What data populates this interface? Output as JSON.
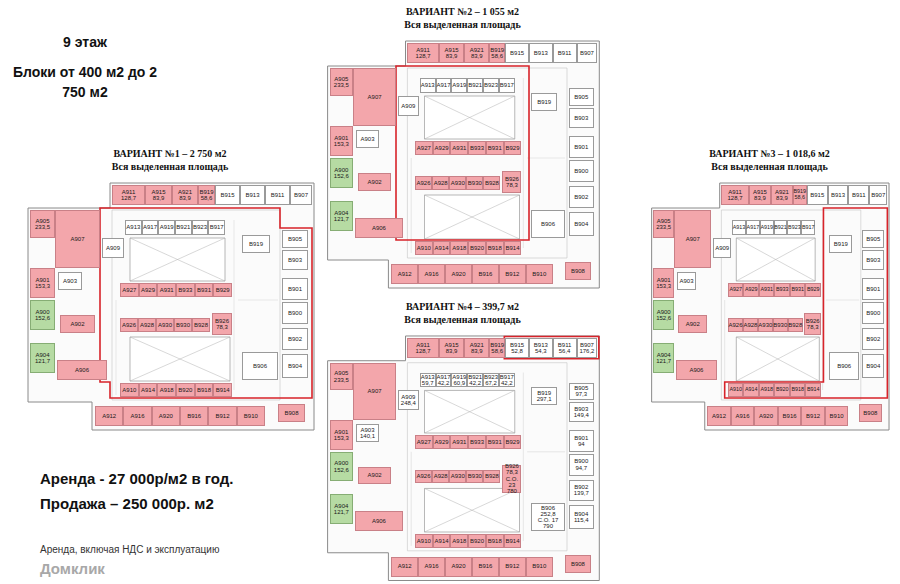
{
  "diagram": {
    "title": "9 этаж",
    "nodes": [
      {
        "text": [
          "ВАРИАНТ №1 – 2 750 м2",
          "Вся выделенная площадь"
        ]
      },
      {
        "text": [
          "A911",
          "128,7"
        ],
        "in": 0
      },
      {
        "text": [
          "A915",
          "83,9"
        ],
        "in": 0
      },
      {
        "text": [
          "A921",
          "83,9"
        ],
        "in": 0
      },
      {
        "text": [
          "B919",
          "58,6"
        ],
        "in": 0
      },
      {
        "text": [
          "B915"
        ],
        "in": 0
      },
      {
        "text": [
          "B913"
        ],
        "in": 0
      },
      {
        "text": [
          "B911"
        ],
        "in": 0
      },
      {
        "text": [
          "B907"
        ],
        "in": 0
      },
      {
        "text": [
          "A905",
          "233,5"
        ],
        "in": 0
      },
      {
        "text": [
          "A907"
        ],
        "in": 0
      },
      {
        "text": [
          "A909"
        ],
        "in": 0
      },
      {
        "text": [
          "A913"
        ],
        "in": 0
      },
      {
        "text": [
          "A917"
        ],
        "in": 0
      },
      {
        "text": [
          "A919"
        ],
        "in": 0
      },
      {
        "text": [
          "B921"
        ],
        "in": 0
      },
      {
        "text": [
          "B923"
        ],
        "in": 0
      },
      {
        "text": [
          "B917"
        ],
        "in": 0
      },
      {
        "text": [
          "B919"
        ],
        "in": 0
      },
      {
        "text": [
          "B905"
        ],
        "in": 0
      },
      {
        "text": [
          "B903"
        ],
        "in": 0
      },
      {
        "text": [
          "B901"
        ],
        "in": 0
      },
      {
        "text": [
          "B900"
        ],
        "in": 0
      },
      {
        "text": [
          "B902"
        ],
        "in": 0
      },
      {
        "text": [
          "B904"
        ],
        "in": 0
      },
      {
        "text": [
          "B906"
        ],
        "in": 0
      },
      {
        "text": [
          "A901",
          "153,3"
        ],
        "in": 0
      },
      {
        "text": [
          "A903"
        ],
        "in": 0
      },
      {
        "text": [
          "A900",
          "152,6"
        ],
        "in": 0
      },
      {
        "text": [
          "A902"
        ],
        "in": 0
      },
      {
        "text": [
          "A904",
          "121,7"
        ],
        "in": 0
      },
      {
        "text": [
          "A906"
        ],
        "in": 0
      },
      {
        "text": [
          "A927"
        ],
        "in": 0
      },
      {
        "text": [
          "A929"
        ],
        "in": 0
      },
      {
        "text": [
          "A931"
        ],
        "in": 0
      },
      {
        "text": [
          "B933"
        ],
        "in": 0
      },
      {
        "text": [
          "B931"
        ],
        "in": 0
      },
      {
        "text": [
          "B929"
        ],
        "in": 0
      },
      {
        "text": [
          "A926"
        ],
        "in": 0
      },
      {
        "text": [
          "A928"
        ],
        "in": 0
      },
      {
        "text": [
          "A930"
        ],
        "in": 0
      },
      {
        "text": [
          "B930"
        ],
        "in": 0
      },
      {
        "text": [
          "B928"
        ],
        "in": 0
      },
      {
        "text": [
          "B926",
          "78,3"
        ],
        "in": 0
      },
      {
        "text": [
          "A910"
        ],
        "in": 0
      },
      {
        "text": [
          "A914"
        ],
        "in": 0
      },
      {
        "text": [
          "A918"
        ],
        "in": 0
      },
      {
        "text": [
          "B920"
        ],
        "in": 0
      },
      {
        "text": [
          "B918"
        ],
        "in": 0
      },
      {
        "text": [
          "B914"
        ],
        "in": 0
      },
      {
        "text": [
          "A912"
        ],
        "in": 0
      },
      {
        "text": [
          "A916"
        ],
        "in": 0
      },
      {
        "text": [
          "A920"
        ],
        "in": 0
      },
      {
        "text": [
          "B916"
        ],
        "in": 0
      },
      {
        "text": [
          "B912"
        ],
        "in": 0
      },
      {
        "text": [
          "B910"
        ],
        "in": 0
      },
      {
        "text": [
          "B908"
        ],
        "in": 0
      },
      {
        "text": [
          "ВАРИАНТ №2 – 1 055 м2",
          "Вся выделенная площадь"
        ]
      },
      {
        "text": [
          "A911",
          "128,7"
        ],
        "in": 57
      },
      {
        "text": [
          "A915",
          "83,9"
        ],
        "in": 57
      },
      {
        "text": [
          "A921",
          "83,9"
        ],
        "in": 57
      },
      {
        "text": [
          "B919",
          "58,6"
        ],
        "in": 57
      },
      {
        "text": [
          "B915"
        ],
        "in": 57
      },
      {
        "text": [
          "B913"
        ],
        "in": 57
      },
      {
        "text": [
          "B911"
        ],
        "in": 57
      },
      {
        "text": [
          "B907"
        ],
        "in": 57
      },
      {
        "text": [
          "A905",
          "233,5"
        ],
        "in": 57
      },
      {
        "text": [
          "A907"
        ],
        "in": 57
      },
      {
        "text": [
          "A909"
        ],
        "in": 57
      },
      {
        "text": [
          "A913"
        ],
        "in": 57
      },
      {
        "text": [
          "A917"
        ],
        "in": 57
      },
      {
        "text": [
          "A919"
        ],
        "in": 57
      },
      {
        "text": [
          "B921"
        ],
        "in": 57
      },
      {
        "text": [
          "B923"
        ],
        "in": 57
      },
      {
        "text": [
          "B917"
        ],
        "in": 57
      },
      {
        "text": [
          "B919"
        ],
        "in": 57
      },
      {
        "text": [
          "B905"
        ],
        "in": 57
      },
      {
        "text": [
          "B903"
        ],
        "in": 57
      },
      {
        "text": [
          "B901"
        ],
        "in": 57
      },
      {
        "text": [
          "B900"
        ],
        "in": 57
      },
      {
        "text": [
          "B902"
        ],
        "in": 57
      },
      {
        "text": [
          "B904"
        ],
        "in": 57
      },
      {
        "text": [
          "B906"
        ],
        "in": 57
      },
      {
        "text": [
          "A901",
          "153,3"
        ],
        "in": 57
      },
      {
        "text": [
          "A903"
        ],
        "in": 57
      },
      {
        "text": [
          "A900",
          "152,6"
        ],
        "in": 57
      },
      {
        "text": [
          "A902"
        ],
        "in": 57
      },
      {
        "text": [
          "A904",
          "121,7"
        ],
        "in": 57
      },
      {
        "text": [
          "A906"
        ],
        "in": 57
      },
      {
        "text": [
          "A927"
        ],
        "in": 57
      },
      {
        "text": [
          "A929"
        ],
        "in": 57
      },
      {
        "text": [
          "A931"
        ],
        "in": 57
      },
      {
        "text": [
          "B933"
        ],
        "in": 57
      },
      {
        "text": [
          "B931"
        ],
        "in": 57
      },
      {
        "text": [
          "B929"
        ],
        "in": 57
      },
      {
        "text": [
          "A926"
        ],
        "in": 57
      },
      {
        "text": [
          "A928"
        ],
        "in": 57
      },
      {
        "text": [
          "A930"
        ],
        "in": 57
      },
      {
        "text": [
          "B930"
        ],
        "in": 57
      },
      {
        "text": [
          "B928"
        ],
        "in": 57
      },
      {
        "text": [
          "B926",
          "78,3"
        ],
        "in": 57
      },
      {
        "text": [
          "A910"
        ],
        "in": 57
      },
      {
        "text": [
          "A914"
        ],
        "in": 57
      },
      {
        "text": [
          "A918"
        ],
        "in": 57
      },
      {
        "text": [
          "B920"
        ],
        "in": 57
      },
      {
        "text": [
          "B918"
        ],
        "in": 57
      },
      {
        "text": [
          "B914"
        ],
        "in": 57
      },
      {
        "text": [
          "A912"
        ],
        "in": 57
      },
      {
        "text": [
          "A916"
        ],
        "in": 57
      },
      {
        "text": [
          "A920"
        ],
        "in": 57
      },
      {
        "text": [
          "B916"
        ],
        "in": 57
      },
      {
        "text": [
          "B912"
        ],
        "in": 57
      },
      {
        "text": [
          "B910"
        ],
        "in": 57
      },
      {
        "text": [
          "B908"
        ],
        "in": 57
      },
      {
        "text": [
          "ВАРИАНТ №3 – 1 018,6 м2",
          "Вся выделенная площадь"
        ]
      },
      {
        "text": [
          "A911",
          "128,7"
        ],
        "in": 114
      },
      {
        "text": [
          "A915",
          "83,9"
        ],
        "in": 114
      },
      {
        "text": [
          "A921",
          "83,9"
        ],
        "in": 114
      },
      {
        "text": [
          "B919",
          "58,6"
        ],
        "in": 114
      },
      {
        "text": [
          "B915"
        ],
        "in": 114
      },
      {
        "text": [
          "B913"
        ],
        "in": 114
      },
      {
        "text": [
          "B911"
        ],
        "in": 114
      },
      {
        "text": [
          "B907"
        ],
        "in": 114
      },
      {
        "text": [
          "A905",
          "233,5"
        ],
        "in": 114
      },
      {
        "text": [
          "A907"
        ],
        "in": 114
      },
      {
        "text": [
          "A909"
        ],
        "in": 114
      },
      {
        "text": [
          "A913"
        ],
        "in": 114
      },
      {
        "text": [
          "A917"
        ],
        "in": 114
      },
      {
        "text": [
          "A919"
        ],
        "in": 114
      },
      {
        "text": [
          "B921"
        ],
        "in": 114
      },
      {
        "text": [
          "B923"
        ],
        "in": 114
      },
      {
        "text": [
          "B917"
        ],
        "in": 114
      },
      {
        "text": [
          "B919"
        ],
        "in": 114
      },
      {
        "text": [
          "B905"
        ],
        "in": 114
      },
      {
        "text": [
          "B903"
        ],
        "in": 114
      },
      {
        "text": [
          "B901"
        ],
        "in": 114
      },
      {
        "text": [
          "B900"
        ],
        "in": 114
      },
      {
        "text": [
          "B902"
        ],
        "in": 114
      },
      {
        "text": [
          "B904"
        ],
        "in": 114
      },
      {
        "text": [
          "B906"
        ],
        "in": 114
      },
      {
        "text": [
          "A901",
          "153,3"
        ],
        "in": 114
      },
      {
        "text": [
          "A903"
        ],
        "in": 114
      },
      {
        "text": [
          "A900",
          "152,6"
        ],
        "in": 114
      },
      {
        "text": [
          "A902"
        ],
        "in": 114
      },
      {
        "text": [
          "A904",
          "121,7"
        ],
        "in": 114
      },
      {
        "text": [
          "A906"
        ],
        "in": 114
      },
      {
        "text": [
          "A927"
        ],
        "in": 114
      },
      {
        "text": [
          "A929"
        ],
        "in": 114
      },
      {
        "text": [
          "A931"
        ],
        "in": 114
      },
      {
        "text": [
          "B933"
        ],
        "in": 114
      },
      {
        "text": [
          "B931"
        ],
        "in": 114
      },
      {
        "text": [
          "B929"
        ],
        "in": 114
      },
      {
        "text": [
          "A926"
        ],
        "in": 114
      },
      {
        "text": [
          "A928"
        ],
        "in": 114
      },
      {
        "text": [
          "A930"
        ],
        "in": 114
      },
      {
        "text": [
          "B930"
        ],
        "in": 114
      },
      {
        "text": [
          "B928"
        ],
        "in": 114
      },
      {
        "text": [
          "B926",
          "78,3"
        ],
        "in": 114
      },
      {
        "text": [
          "A910"
        ],
        "in": 114
      },
      {
        "text": [
          "A914"
        ],
        "in": 114
      },
      {
        "text": [
          "A918"
        ],
        "in": 114
      },
      {
        "text": [
          "B920"
        ],
        "in": 114
      },
      {
        "text": [
          "B918"
        ],
        "in": 114
      },
      {
        "text": [
          "B914"
        ],
        "in": 114
      },
      {
        "text": [
          "A912"
        ],
        "in": 114
      },
      {
        "text": [
          "A916"
        ],
        "in": 114
      },
      {
        "text": [
          "A920"
        ],
        "in": 114
      },
      {
        "text": [
          "B916"
        ],
        "in": 114
      },
      {
        "text": [
          "B912"
        ],
        "in": 114
      },
      {
        "text": [
          "B910"
        ],
        "in": 114
      },
      {
        "text": [
          "B908"
        ],
        "in": 114
      },
      {
        "text": [
          "ВАРИАНТ №4 – 399,7 м2",
          "Вся выделенная площадь"
        ]
      },
      {
        "text": [
          "A911",
          "128,7"
        ],
        "in": 171
      },
      {
        "text": [
          "A915",
          "83,9"
        ],
        "in": 171
      },
      {
        "text": [
          "A921",
          "83,9"
        ],
        "in": 171
      },
      {
        "text": [
          "B919",
          "58,6"
        ],
        "in": 171
      },
      {
        "text": [
          "B915",
          "52,8"
        ],
        "in": 171
      },
      {
        "text": [
          "B913",
          "54,3"
        ],
        "in": 171
      },
      {
        "text": [
          "B911",
          "56,4"
        ],
        "in": 171
      },
      {
        "text": [
          "B907",
          "176,2"
        ],
        "in": 171
      },
      {
        "text": [
          "A905",
          "233,5"
        ],
        "in": 171
      },
      {
        "text": [
          "A907"
        ],
        "in": 171
      },
      {
        "text": [
          "A909",
          "248,4"
        ],
        "in": 171
      },
      {
        "text": [
          "A913",
          "59,7"
        ],
        "in": 171
      },
      {
        "text": [
          "A917",
          "42,2"
        ],
        "in": 171
      },
      {
        "text": [
          "A919",
          "60,9"
        ],
        "in": 171
      },
      {
        "text": [
          "B921",
          "42,2"
        ],
        "in": 171
      },
      {
        "text": [
          "B923",
          "67,2"
        ],
        "in": 171
      },
      {
        "text": [
          "B917",
          "42,2"
        ],
        "in": 171
      },
      {
        "text": [
          "B919",
          "297,1"
        ],
        "in": 171
      },
      {
        "text": [
          "B905",
          "97,3"
        ],
        "in": 171
      },
      {
        "text": [
          "B903",
          "149,4"
        ],
        "in": 171
      },
      {
        "text": [
          "B901",
          "94"
        ],
        "in": 171
      },
      {
        "text": [
          "B900",
          "94,7"
        ],
        "in": 171
      },
      {
        "text": [
          "B902",
          "139,7"
        ],
        "in": 171
      },
      {
        "text": [
          "B904",
          "115,4"
        ],
        "in": 171
      },
      {
        "text": [
          "B906",
          "252,8",
          "С.О. 17 790"
        ],
        "in": 171
      },
      {
        "text": [
          "A901",
          "153,3"
        ],
        "in": 171
      },
      {
        "text": [
          "A903",
          "140,1"
        ],
        "in": 171
      },
      {
        "text": [
          "A900",
          "152,6"
        ],
        "in": 171
      },
      {
        "text": [
          "A902"
        ],
        "in": 171
      },
      {
        "text": [
          "A904",
          "121,7"
        ],
        "in": 171
      },
      {
        "text": [
          "A906"
        ],
        "in": 171
      },
      {
        "text": [
          "A927"
        ],
        "in": 171
      },
      {
        "text": [
          "A929"
        ],
        "in": 171
      },
      {
        "text": [
          "A931"
        ],
        "in": 171
      },
      {
        "text": [
          "B933"
        ],
        "in": 171
      },
      {
        "text": [
          "B931"
        ],
        "in": 171
      },
      {
        "text": [
          "B929"
        ],
        "in": 171
      },
      {
        "text": [
          "A926"
        ],
        "in": 171
      },
      {
        "text": [
          "A928"
        ],
        "in": 171
      },
      {
        "text": [
          "A930"
        ],
        "in": 171
      },
      {
        "text": [
          "B930"
        ],
        "in": 171
      },
      {
        "text": [
          "B928"
        ],
        "in": 171
      },
      {
        "text": [
          "B926",
          "78,3 С.О. 23 780"
        ],
        "in": 171
      },
      {
        "text": [
          "A910"
        ],
        "in": 171
      },
      {
        "text": [
          "A914"
        ],
        "in": 171
      },
      {
        "text": [
          "A918"
        ],
        "in": 171
      },
      {
        "text": [
          "B920"
        ],
        "in": 171
      },
      {
        "text": [
          "B918"
        ],
        "in": 171
      },
      {
        "text": [
          "B914"
        ],
        "in": 171
      },
      {
        "text": [
          "A912"
        ],
        "in": 171
      },
      {
        "text": [
          "A916"
        ],
        "in": 171
      },
      {
        "text": [
          "A920"
        ],
        "in": 171
      },
      {
        "text": [
          "B916"
        ],
        "in": 171
      },
      {
        "text": [
          "B912"
        ],
        "in": 171
      },
      {
        "text": [
          "B910"
        ],
        "in": 171
      },
      {
        "text": [
          "B908"
        ],
        "in": 171
      }
    ],
    "labels": [
      "Блоки от 400 м2 до 2 750 м2",
      "Аренда - 27 000р/м2 в год.",
      "Продажа – 250 000р. м2",
      "Аренда, включая НДС и эксплуатацию",
      "Домклик"
    ]
  }
}
